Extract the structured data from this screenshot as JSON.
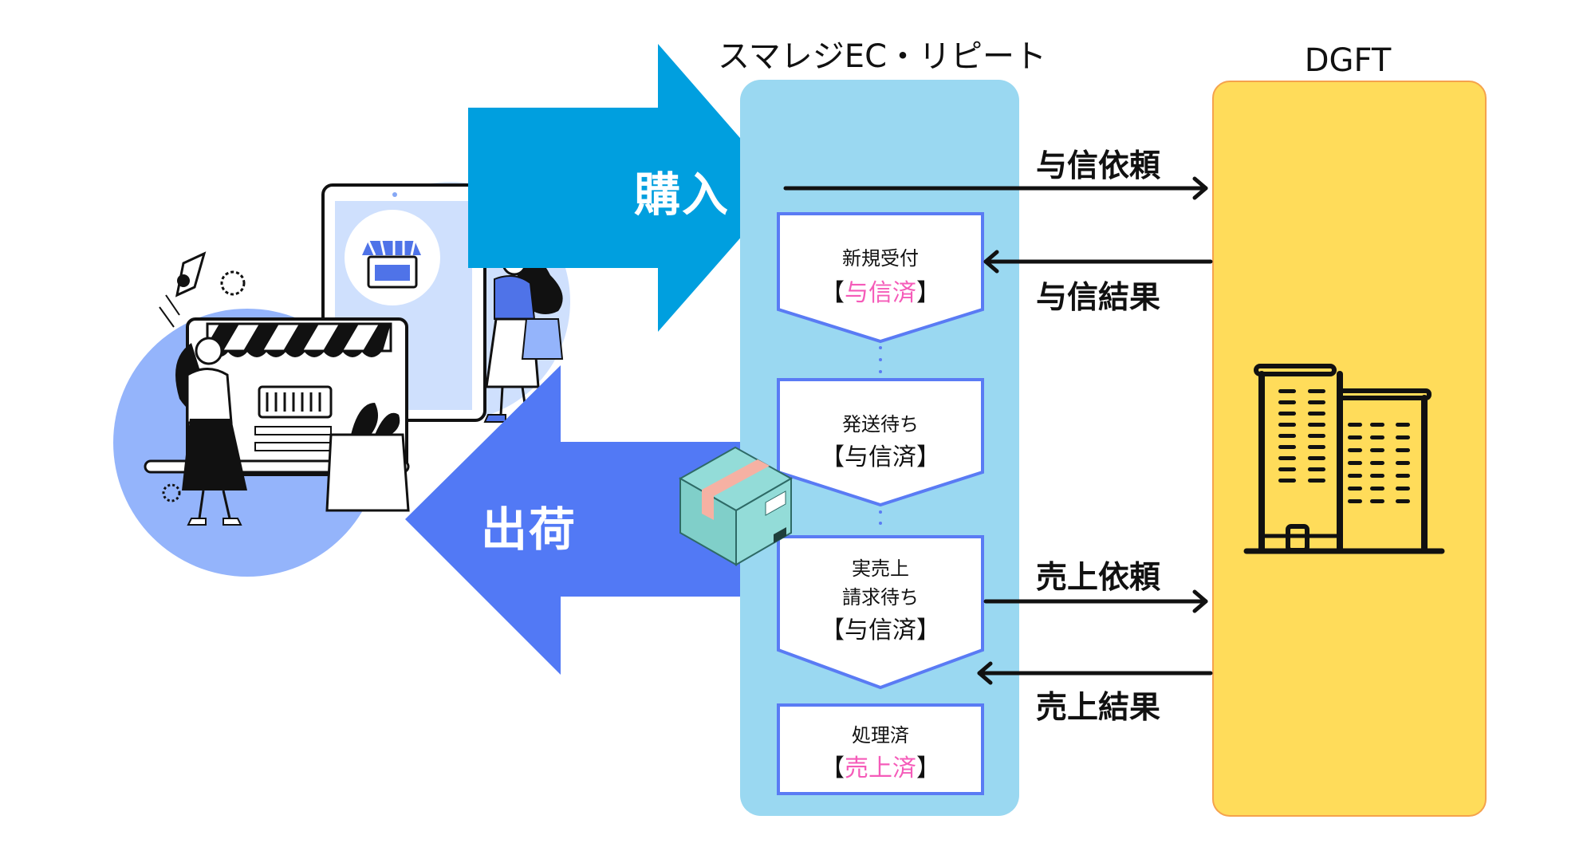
{
  "header": {
    "system_title": "スマレジEC・リピート",
    "partner_title": "DGFT"
  },
  "arrows": {
    "purchase_label": "購入",
    "shipping_label": "出荷"
  },
  "flows": {
    "credit_request": "与信依頼",
    "credit_result": "与信結果",
    "sales_request": "売上依頼",
    "sales_result": "売上結果"
  },
  "steps": [
    {
      "name": "新規受付",
      "status_open": "【",
      "status": "与信済",
      "status_close": "】",
      "highlight": true
    },
    {
      "name": "発送待ち",
      "status_open": "【",
      "status": "与信済",
      "status_close": "】",
      "highlight": false
    },
    {
      "name_line1": "実売上",
      "name": "請求待ち",
      "status_open": "【",
      "status": "与信済",
      "status_close": "】",
      "highlight": false
    },
    {
      "name": "処理済",
      "status_open": "【",
      "status": "売上済",
      "status_close": "】",
      "highlight": true
    }
  ],
  "icons": {
    "illustration": "online-shopping-illustration",
    "package": "package-box-icon",
    "partner": "office-building-icon"
  },
  "colors": {
    "purchase_arrow": "#009FDF",
    "shipping_arrow": "#5279F5",
    "system_panel": "#9AD8F1",
    "step_border": "#5A7BF4",
    "partner_fill": "#FFDC5A",
    "partner_border": "#F5A24C",
    "highlight_text": "#F55BB9"
  }
}
